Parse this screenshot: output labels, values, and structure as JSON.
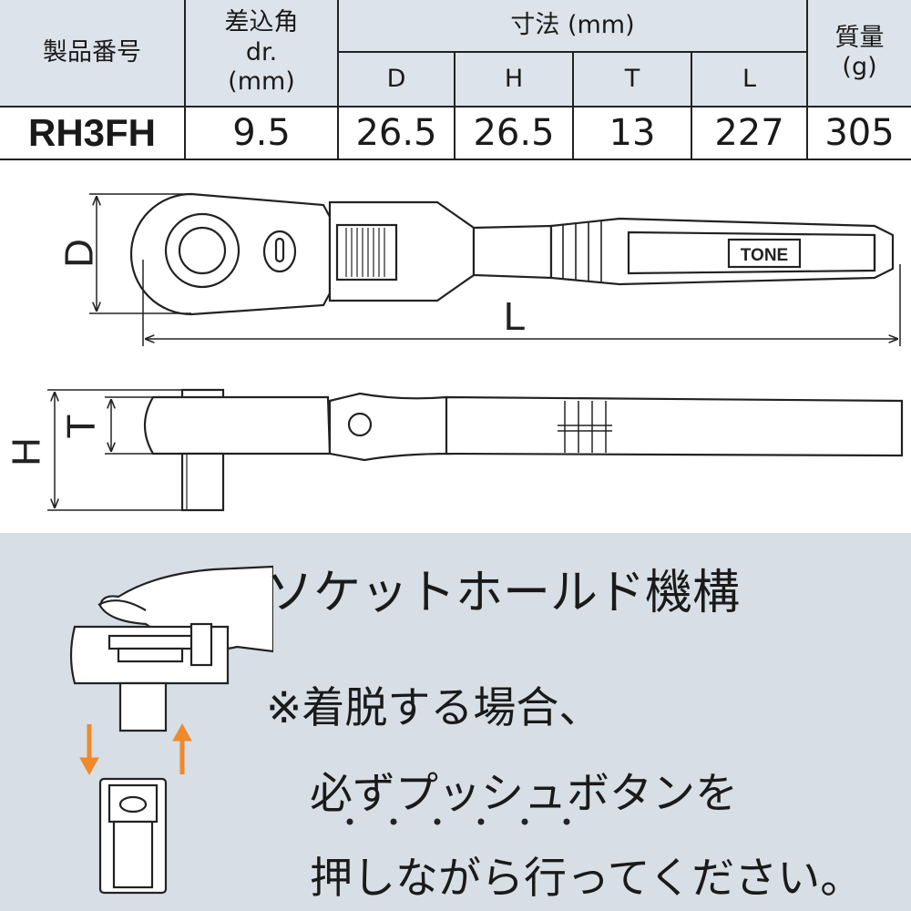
{
  "table": {
    "col_model": "製品番号",
    "col_drive_line1": "差込角",
    "col_drive_line2": "dr.",
    "col_drive_line3": "(mm)",
    "col_dims": "寸法 (mm)",
    "col_weight_line1": "質量",
    "col_weight_line2": "(g)",
    "dim_labels": [
      "D",
      "H",
      "T",
      "L"
    ],
    "row": {
      "model": "RH3FH",
      "drive": "9.5",
      "D": "26.5",
      "H": "26.5",
      "T": "13",
      "L": "227",
      "weight": "305"
    }
  },
  "diagram": {
    "label_D": "D",
    "label_L": "L",
    "label_H": "H",
    "label_T": "T",
    "brand": "TONE"
  },
  "feature": {
    "title": "ソケットホールド機構",
    "note_line1": "※着脱する場合、",
    "note_line2": "必ずプッシュボタンを",
    "note_line3": "押しながら行ってください。",
    "emphasis_marks": "・・・・・・"
  },
  "colors": {
    "header_bg": "#dde3ea",
    "panel_bg": "#d7dee5",
    "arrow": "#ef8a2c"
  }
}
